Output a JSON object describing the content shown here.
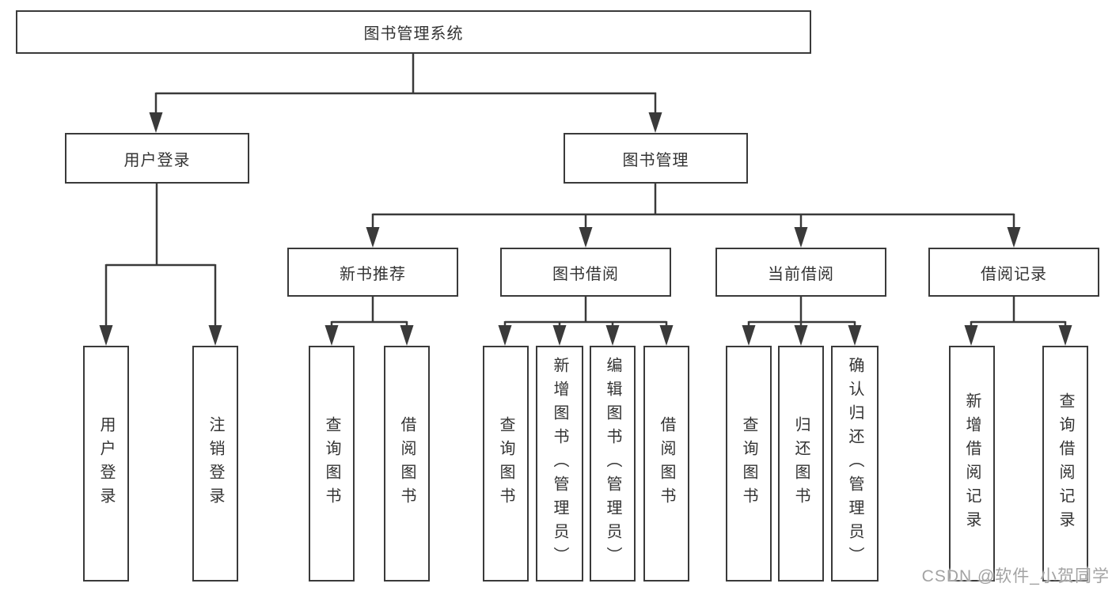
{
  "nodes": {
    "root": "图书管理系统",
    "level2": [
      "用户登录",
      "图书管理"
    ],
    "level3": [
      "新书推荐",
      "图书借阅",
      "当前借阅",
      "借阅记录"
    ],
    "leaves": [
      "用户登录",
      "注销登录",
      "查询图书",
      "借阅图书",
      "查询图书",
      "新增图书（管理员）",
      "编辑图书（管理员）",
      "借阅图书",
      "查询图书",
      "归还图书",
      "确认归还（管理员）",
      "新增借阅记录",
      "查询借阅记录"
    ]
  },
  "watermark": "CSDN @软件_小贺同学",
  "colors": {
    "line": "#3a3a3a",
    "box_border": "#3a3a3a",
    "text": "#333333",
    "watermark": "#a3a3a3",
    "background": "#ffffff"
  }
}
